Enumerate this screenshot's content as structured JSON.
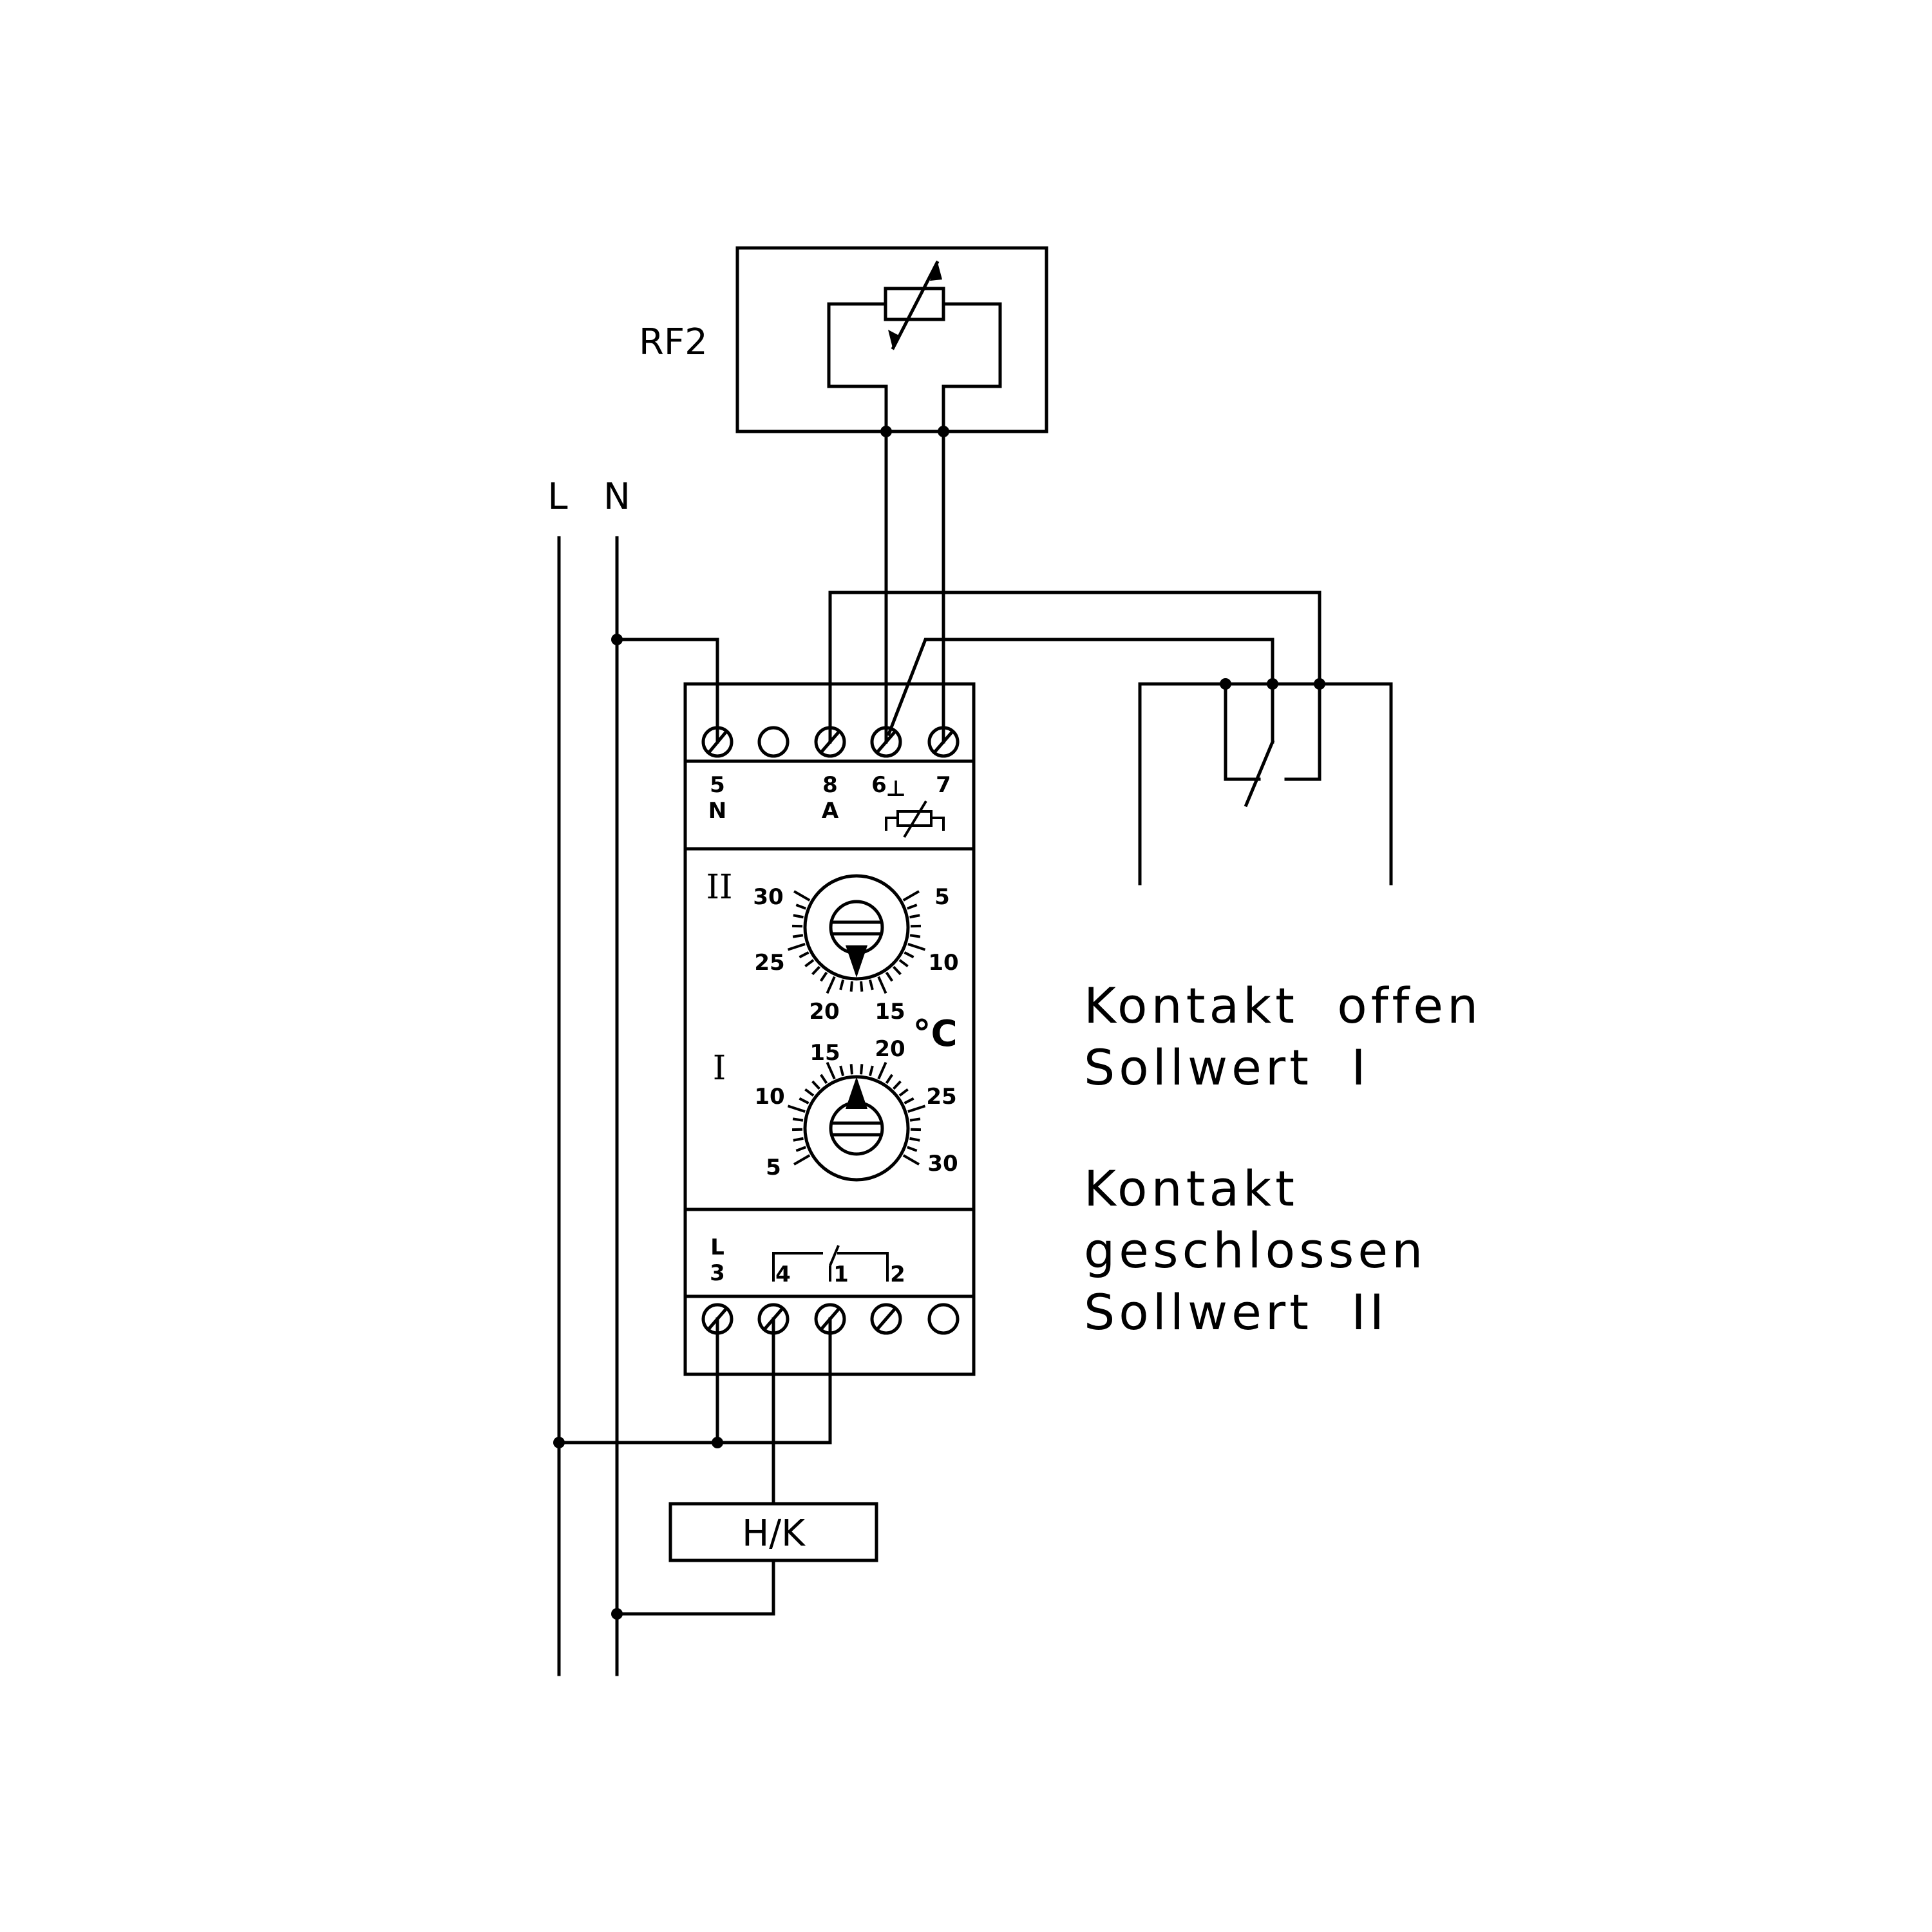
{
  "supply": {
    "line_label": "L",
    "neutral_label": "N"
  },
  "sensor": {
    "label": "RF2"
  },
  "terminals_top": {
    "t5": {
      "num": "5",
      "name": "N"
    },
    "t8": {
      "num": "8",
      "name": "A"
    },
    "t6": {
      "num": "6",
      "name": "⊥"
    },
    "t7": {
      "num": "7"
    }
  },
  "dial_ii": {
    "roman": "II",
    "ticks": [
      "30",
      "5",
      "25",
      "10",
      "20",
      "15"
    ]
  },
  "unit": "°C",
  "dial_i": {
    "roman": "I",
    "ticks": [
      "15",
      "20",
      "10",
      "25",
      "5",
      "30"
    ]
  },
  "terminals_bottom": {
    "t3": {
      "name": "L",
      "num": "3"
    },
    "t4": {
      "num": "4"
    },
    "t1": {
      "num": "1"
    },
    "t2": {
      "num": "2"
    }
  },
  "load": {
    "label": "H/K"
  },
  "notes": {
    "open": {
      "line1": "Kontakt  offen",
      "line2": "Sollwert  I"
    },
    "closed": {
      "line1": "Kontakt",
      "line2": "geschlossen",
      "line3": "Sollwert  II"
    }
  },
  "colors": {
    "ink": "#000000",
    "paper": "#ffffff"
  }
}
